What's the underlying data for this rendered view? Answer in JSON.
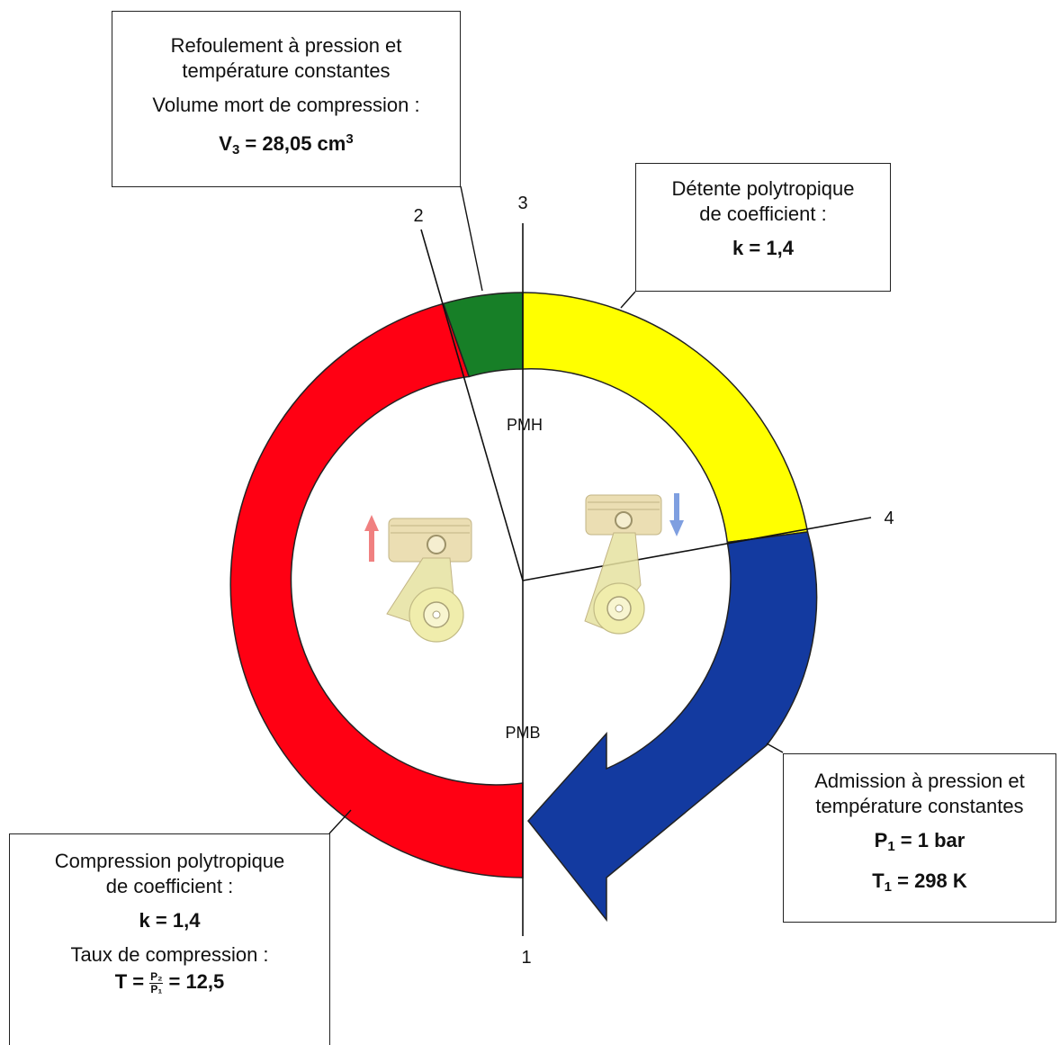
{
  "boxes": {
    "refoulement": {
      "line1": "Refoulement à pression et",
      "line2": "température constantes",
      "line3": "Volume mort de compression :",
      "formula_var": "V",
      "formula_sub": "3",
      "formula_rest": " = 28,05 cm",
      "formula_sup": "3"
    },
    "detente": {
      "line1": "Détente polytropique",
      "line2": "de coefficient :",
      "formula": "k = 1,4"
    },
    "admission": {
      "line1": "Admission à pression et",
      "line2": "température constantes",
      "p_var": "P",
      "p_sub": "1",
      "p_rest": " = 1 bar",
      "t_var": "T",
      "t_sub": "1",
      "t_rest": " = 298 K"
    },
    "compression": {
      "line1": "Compression polytropique",
      "line2": "de coefficient :",
      "formula": "k = 1,4",
      "line3": "Taux de compression :",
      "ratio_lhs": "T =",
      "ratio_num": "P₂",
      "ratio_den": "P₁",
      "ratio_rhs": "= 12,5"
    }
  },
  "points": {
    "p1": "1",
    "p2": "2",
    "p3": "3",
    "p4": "4",
    "pmh": "PMH",
    "pmb": "PMB"
  },
  "colors": {
    "compression": "#ff0013",
    "refoulement": "#177f27",
    "detente": "#ffff00",
    "admission": "#133aa0",
    "arrow_up": "#f08080",
    "arrow_down": "#7f9fe0",
    "piston": "#e8d9a6"
  },
  "icons": [
    "piston-icon",
    "up-arrow-icon",
    "down-arrow-icon"
  ]
}
